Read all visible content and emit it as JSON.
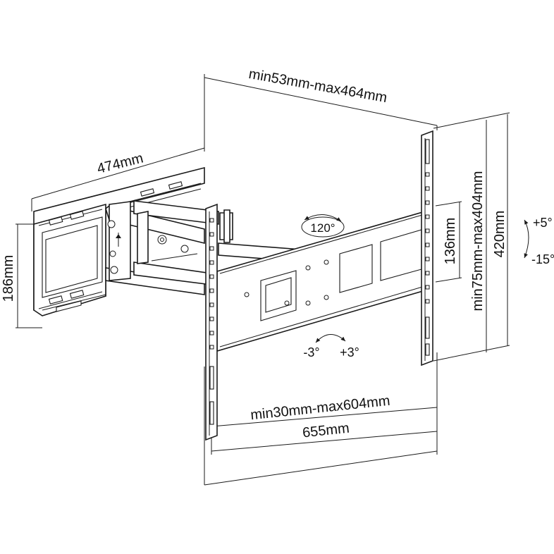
{
  "dimensions": {
    "top_span": "min53mm-max464mm",
    "wall_plate_width": "474mm",
    "wall_plate_height": "186mm",
    "tv_plate_height": "136mm",
    "vesa_vertical": "min75mm-max404mm",
    "arm_height": "420mm",
    "vesa_horizontal": "min30mm-max604mm",
    "arm_width": "655mm"
  },
  "angles": {
    "swivel": "120°",
    "tilt_down": "-3°",
    "tilt_up": "+3°",
    "tilt_forward": "+5°",
    "tilt_back": "-15°"
  },
  "colors": {
    "line": "#1a1a1a",
    "background": "#ffffff"
  }
}
